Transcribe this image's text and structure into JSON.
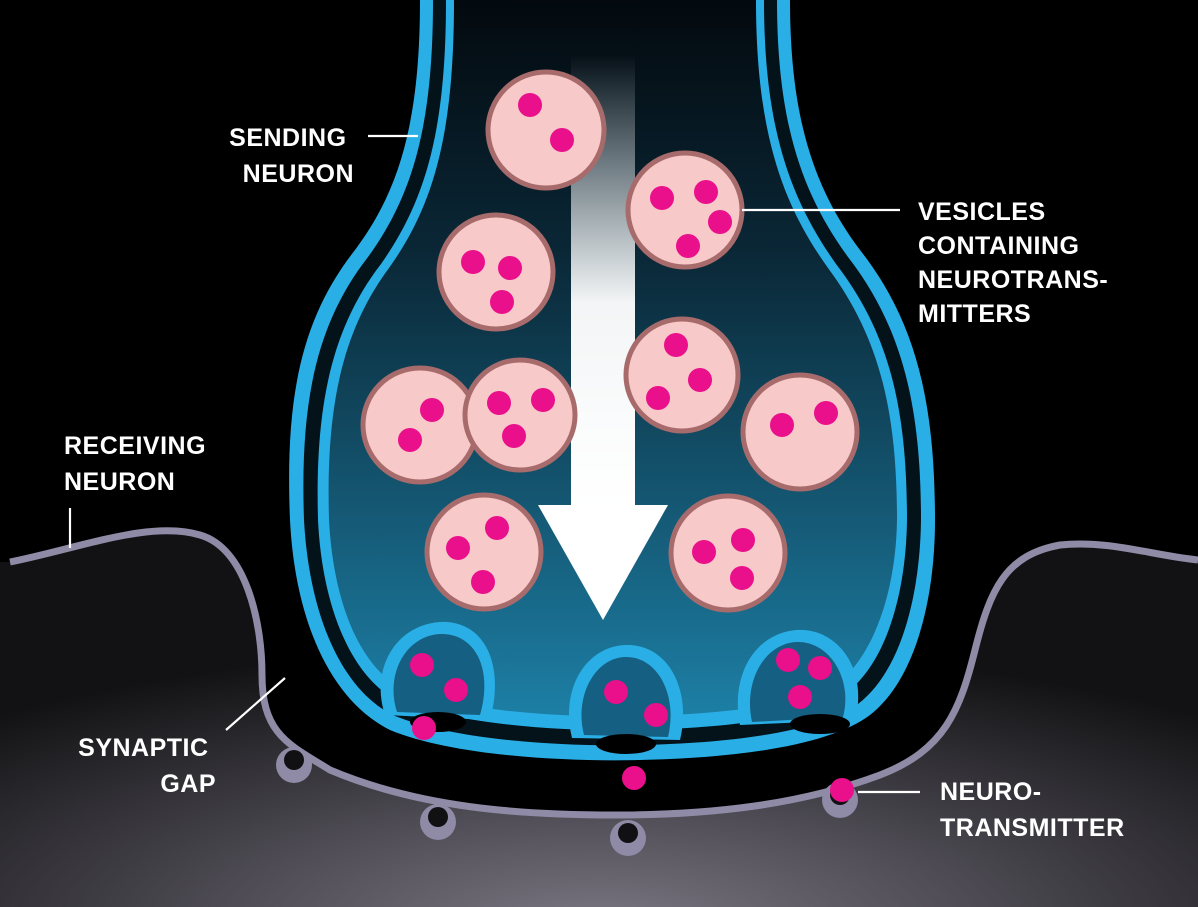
{
  "labels": {
    "sending_neuron": [
      "SENDING",
      "NEURON"
    ],
    "vesicles": [
      "VESICLES",
      "CONTAINING",
      "NEUROTRANS-",
      "MITTERS"
    ],
    "receiving_neuron": [
      "RECEIVING",
      "NEURON"
    ],
    "synaptic_gap": [
      "SYNAPTIC",
      "GAP"
    ],
    "neurotransmitter": [
      "NEURO-",
      "TRANSMITTER"
    ]
  },
  "colors": {
    "background": "#000000",
    "membrane": "#2aaee6",
    "terminal_inner_top": "#06141c",
    "terminal_inner_bottom": "#1d7fa5",
    "receiving_fill_top": "#1a1a1c",
    "receiving_fill_bottom": "#6f6c76",
    "receiving_outline": "#8f8aa6",
    "vesicle_fill": "#f7c9c9",
    "vesicle_rim": "#a86b6b",
    "neurotransmitter": "#ea0f8a",
    "label_text": "#ffffff"
  },
  "icons": {
    "arrow": "release-direction-arrow"
  }
}
